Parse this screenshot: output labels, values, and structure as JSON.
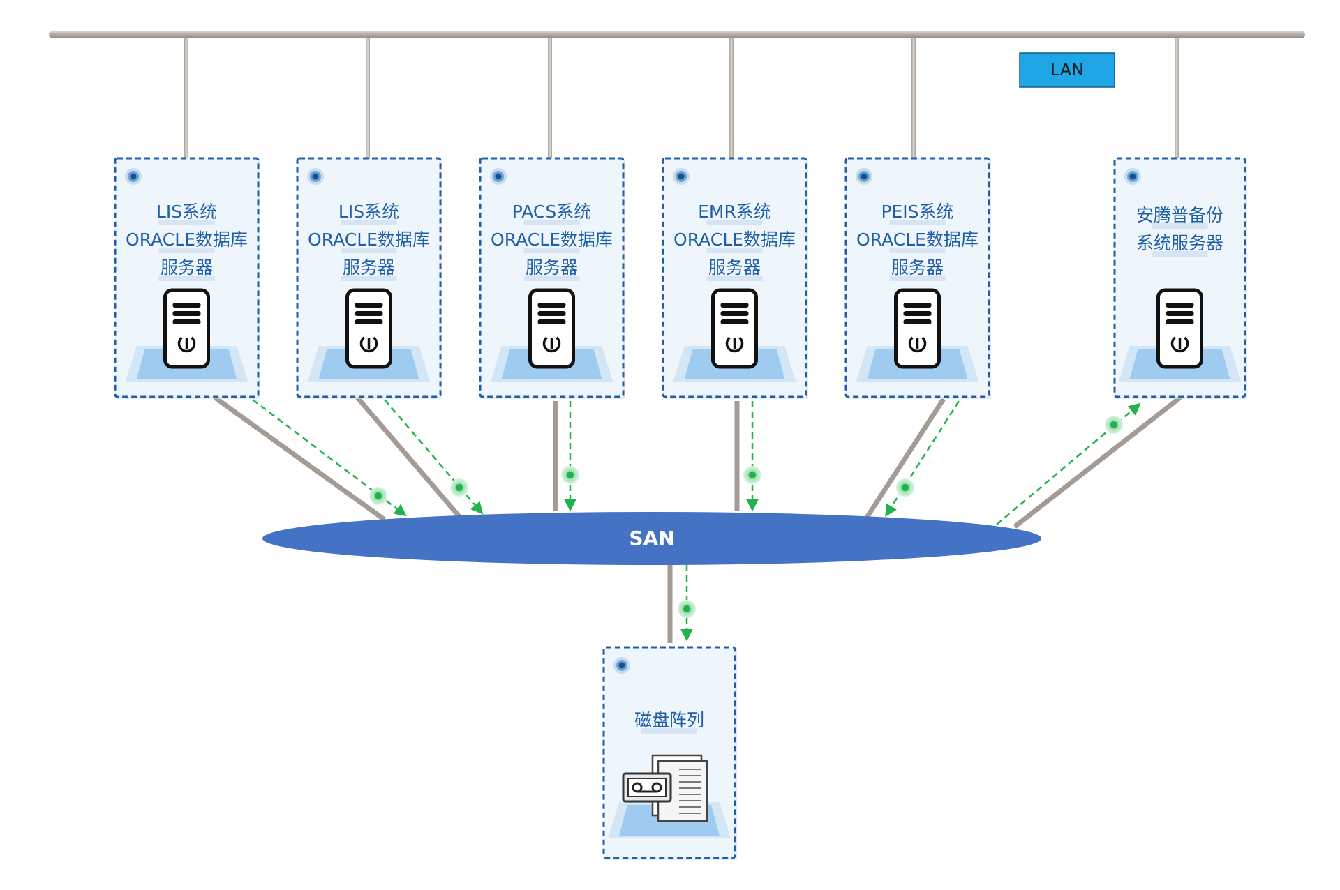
{
  "network": {
    "lan_label": "LAN",
    "san_label": "SAN",
    "colors": {
      "lan_bus": "#b8b1aa",
      "lan_badge": "#1ea6e6",
      "san": "#4472c4",
      "box_border": "#1f5fa8",
      "box_fill": "#eef5fb",
      "label_text": "#1f5fa8",
      "data_flow": "#22b14c"
    }
  },
  "servers": [
    {
      "name": "lis-1",
      "title": "LIS系统",
      "lines": [
        "LIS系统",
        "ORACLE数据库",
        "服务器"
      ],
      "icon": "server-tower-icon"
    },
    {
      "name": "lis-2",
      "title": "LIS系统",
      "lines": [
        "LIS系统",
        "ORACLE数据库",
        "服务器"
      ],
      "icon": "server-tower-icon"
    },
    {
      "name": "pacs",
      "title": "PACS系统",
      "lines": [
        "PACS系统",
        "ORACLE数据库",
        "服务器"
      ],
      "icon": "server-tower-icon"
    },
    {
      "name": "emr",
      "title": "EMR系统",
      "lines": [
        "EMR系统",
        "ORACLE数据库",
        "服务器"
      ],
      "icon": "server-tower-icon"
    },
    {
      "name": "peis",
      "title": "PEIS系统",
      "lines": [
        "PEIS系统",
        "ORACLE数据库",
        "服务器"
      ],
      "icon": "server-tower-icon"
    },
    {
      "name": "backup",
      "title": "安腾普备份",
      "lines": [
        "安腾普备份",
        "系统服务器"
      ],
      "icon": "server-tower-icon"
    }
  ],
  "storage": {
    "name": "disk-array",
    "lines": [
      "磁盘阵列"
    ],
    "icon": "tape-storage-icon"
  }
}
